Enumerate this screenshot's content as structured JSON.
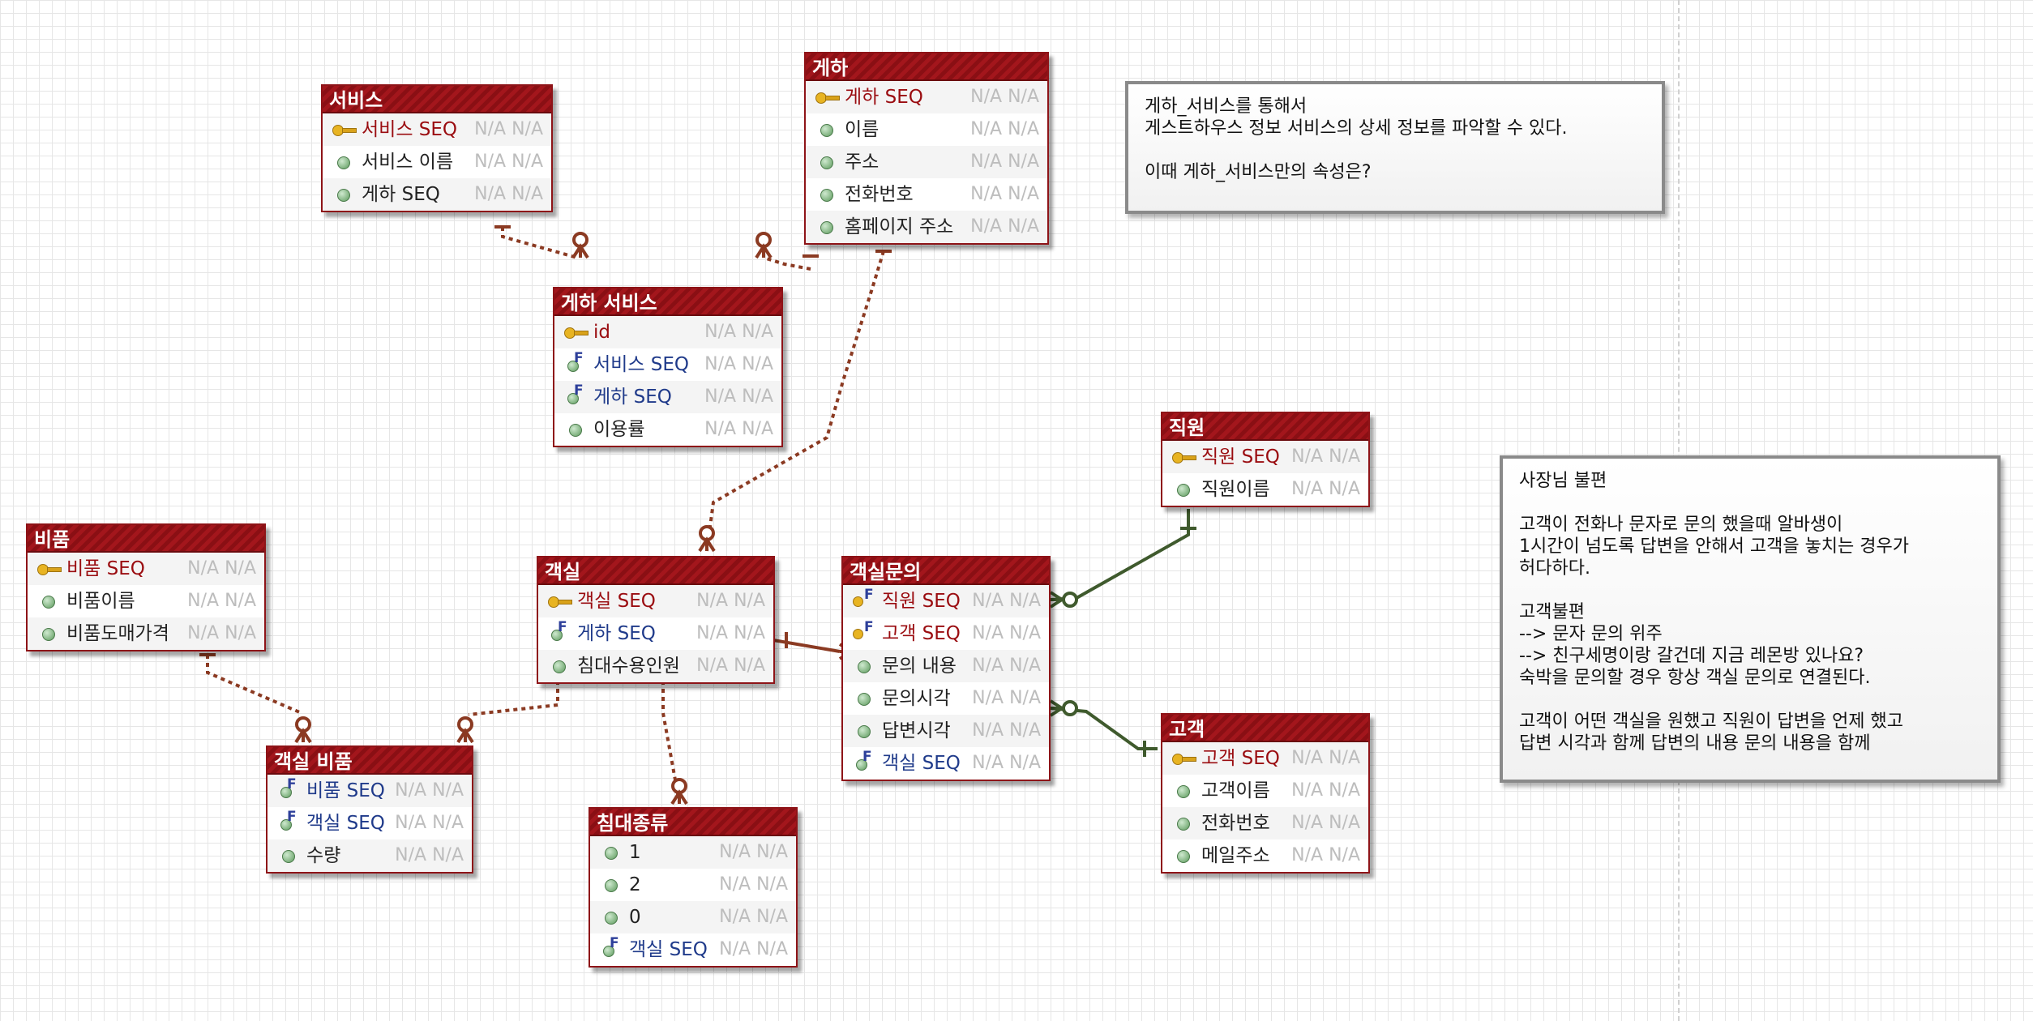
{
  "colors": {
    "entity_header": "#a3161c",
    "entity_border": "#8e1418",
    "identifying_line": "#8b3a22",
    "non_identifying_line": "#3f5a2d",
    "pk_text": "#9a0c10",
    "fk_text": "#1f3a8a",
    "nn_text": "#bdbdbd"
  },
  "entities": {
    "service": {
      "title": "서비스",
      "columns": [
        {
          "icon": "key-icon",
          "kind": "pk",
          "name": "서비스 SEQ",
          "nn": "N/A N/A"
        },
        {
          "icon": "attribute-dot-icon",
          "kind": "attr",
          "name": "서비스 이름",
          "nn": "N/A N/A"
        },
        {
          "icon": "attribute-dot-icon",
          "kind": "attr",
          "name": "게하 SEQ",
          "nn": "N/A N/A"
        }
      ]
    },
    "guesthouse": {
      "title": "게하",
      "columns": [
        {
          "icon": "key-icon",
          "kind": "pk",
          "name": "게하 SEQ",
          "nn": "N/A N/A"
        },
        {
          "icon": "attribute-dot-icon",
          "kind": "attr",
          "name": "이름",
          "nn": "N/A N/A"
        },
        {
          "icon": "attribute-dot-icon",
          "kind": "attr",
          "name": "주소",
          "nn": "N/A N/A"
        },
        {
          "icon": "attribute-dot-icon",
          "kind": "attr",
          "name": "전화번호",
          "nn": "N/A N/A"
        },
        {
          "icon": "attribute-dot-icon",
          "kind": "attr",
          "name": "홈페이지 주소",
          "nn": "N/A N/A"
        }
      ]
    },
    "guesthouse_service": {
      "title": "게하 서비스",
      "columns": [
        {
          "icon": "key-icon",
          "kind": "pk",
          "name": "id",
          "nn": "N/A N/A"
        },
        {
          "icon": "foreign-key-icon",
          "kind": "fk",
          "name": "서비스 SEQ",
          "nn": "N/A N/A"
        },
        {
          "icon": "foreign-key-icon",
          "kind": "fk",
          "name": "게하 SEQ",
          "nn": "N/A N/A"
        },
        {
          "icon": "attribute-dot-icon",
          "kind": "attr",
          "name": "이용률",
          "nn": "N/A N/A"
        }
      ]
    },
    "supply": {
      "title": "비품",
      "columns": [
        {
          "icon": "key-icon",
          "kind": "pk",
          "name": "비품 SEQ",
          "nn": "N/A N/A"
        },
        {
          "icon": "attribute-dot-icon",
          "kind": "attr",
          "name": "비품이름",
          "nn": "N/A N/A"
        },
        {
          "icon": "attribute-dot-icon",
          "kind": "attr",
          "name": "비품도매가격",
          "nn": "N/A N/A"
        }
      ]
    },
    "room": {
      "title": "객실",
      "columns": [
        {
          "icon": "key-icon",
          "kind": "pk",
          "name": "객실 SEQ",
          "nn": "N/A N/A"
        },
        {
          "icon": "foreign-key-icon",
          "kind": "fk",
          "name": "게하 SEQ",
          "nn": "N/A N/A"
        },
        {
          "icon": "attribute-dot-icon",
          "kind": "attr",
          "name": "침대수용인원",
          "nn": "N/A N/A"
        }
      ]
    },
    "room_inquiry": {
      "title": "객실문의",
      "columns": [
        {
          "icon": "primary-foreign-key-icon",
          "kind": "pk",
          "name": "직원 SEQ",
          "nn": "N/A N/A"
        },
        {
          "icon": "primary-foreign-key-icon",
          "kind": "pk",
          "name": "고객 SEQ",
          "nn": "N/A N/A"
        },
        {
          "icon": "attribute-dot-icon",
          "kind": "attr",
          "name": "문의 내용",
          "nn": "N/A N/A"
        },
        {
          "icon": "attribute-dot-icon",
          "kind": "attr",
          "name": "문의시각",
          "nn": "N/A N/A"
        },
        {
          "icon": "attribute-dot-icon",
          "kind": "attr",
          "name": "답변시각",
          "nn": "N/A N/A"
        },
        {
          "icon": "foreign-key-icon",
          "kind": "fk",
          "name": "객실 SEQ",
          "nn": "N/A N/A"
        }
      ]
    },
    "staff": {
      "title": "직원",
      "columns": [
        {
          "icon": "key-icon",
          "kind": "pk",
          "name": "직원 SEQ",
          "nn": "N/A N/A"
        },
        {
          "icon": "attribute-dot-icon",
          "kind": "attr",
          "name": "직원이름",
          "nn": "N/A N/A"
        }
      ]
    },
    "customer": {
      "title": "고객",
      "columns": [
        {
          "icon": "key-icon",
          "kind": "pk",
          "name": "고객 SEQ",
          "nn": "N/A N/A"
        },
        {
          "icon": "attribute-dot-icon",
          "kind": "attr",
          "name": "고객이름",
          "nn": "N/A N/A"
        },
        {
          "icon": "attribute-dot-icon",
          "kind": "attr",
          "name": "전화번호",
          "nn": "N/A N/A"
        },
        {
          "icon": "attribute-dot-icon",
          "kind": "attr",
          "name": "메일주소",
          "nn": "N/A N/A"
        }
      ]
    },
    "room_supply": {
      "title": "객실 비품",
      "columns": [
        {
          "icon": "foreign-key-icon",
          "kind": "fk",
          "name": "비품 SEQ",
          "nn": "N/A N/A"
        },
        {
          "icon": "foreign-key-icon",
          "kind": "fk",
          "name": "객실 SEQ",
          "nn": "N/A N/A"
        },
        {
          "icon": "attribute-dot-icon",
          "kind": "attr",
          "name": "수량",
          "nn": "N/A N/A"
        }
      ]
    },
    "bed_type": {
      "title": "침대종류",
      "columns": [
        {
          "icon": "attribute-dot-icon",
          "kind": "attr",
          "name": "1",
          "nn": "N/A N/A"
        },
        {
          "icon": "attribute-dot-icon",
          "kind": "attr",
          "name": "2",
          "nn": "N/A N/A"
        },
        {
          "icon": "attribute-dot-icon",
          "kind": "attr",
          "name": "0",
          "nn": "N/A N/A"
        },
        {
          "icon": "foreign-key-icon",
          "kind": "fk",
          "name": "객실 SEQ",
          "nn": "N/A N/A"
        }
      ]
    }
  },
  "relationships": [
    {
      "from": "service",
      "to": "guesthouse_service",
      "style": "identifying"
    },
    {
      "from": "guesthouse",
      "to": "guesthouse_service",
      "style": "identifying"
    },
    {
      "from": "guesthouse",
      "to": "room",
      "style": "identifying"
    },
    {
      "from": "supply",
      "to": "room_supply",
      "style": "identifying"
    },
    {
      "from": "room",
      "to": "room_supply",
      "style": "identifying"
    },
    {
      "from": "room",
      "to": "bed_type",
      "style": "identifying"
    },
    {
      "from": "room",
      "to": "room_inquiry",
      "style": "identifying"
    },
    {
      "from": "staff",
      "to": "room_inquiry",
      "style": "non-identifying"
    },
    {
      "from": "customer",
      "to": "room_inquiry",
      "style": "non-identifying"
    }
  ],
  "notes": {
    "guesthouse_note": "게하_서비스를 통해서\n게스트하우스 정보 서비스의 상세 정보를 파악할 수 있다.\n\n이때 게하_서비스만의 속성은?",
    "owner_note": "사장님 불편\n\n고객이 전화나 문자로 문의 했을때 알바생이\n1시간이 넘도록 답변을 안해서 고객을 놓치는 경우가\n허다하다.\n\n고객불편\n--> 문자 문의 위주\n--> 친구세명이랑 갈건데 지금 레몬방 있나요?\n숙박을 문의할 경우 항상 객실 문의로 연결된다.\n\n고객이 어떤 객실을 원했고 직원이 답변을 언제 했고\n답변 시각과 함께 답변의 내용 문의 내용을 함께"
  }
}
